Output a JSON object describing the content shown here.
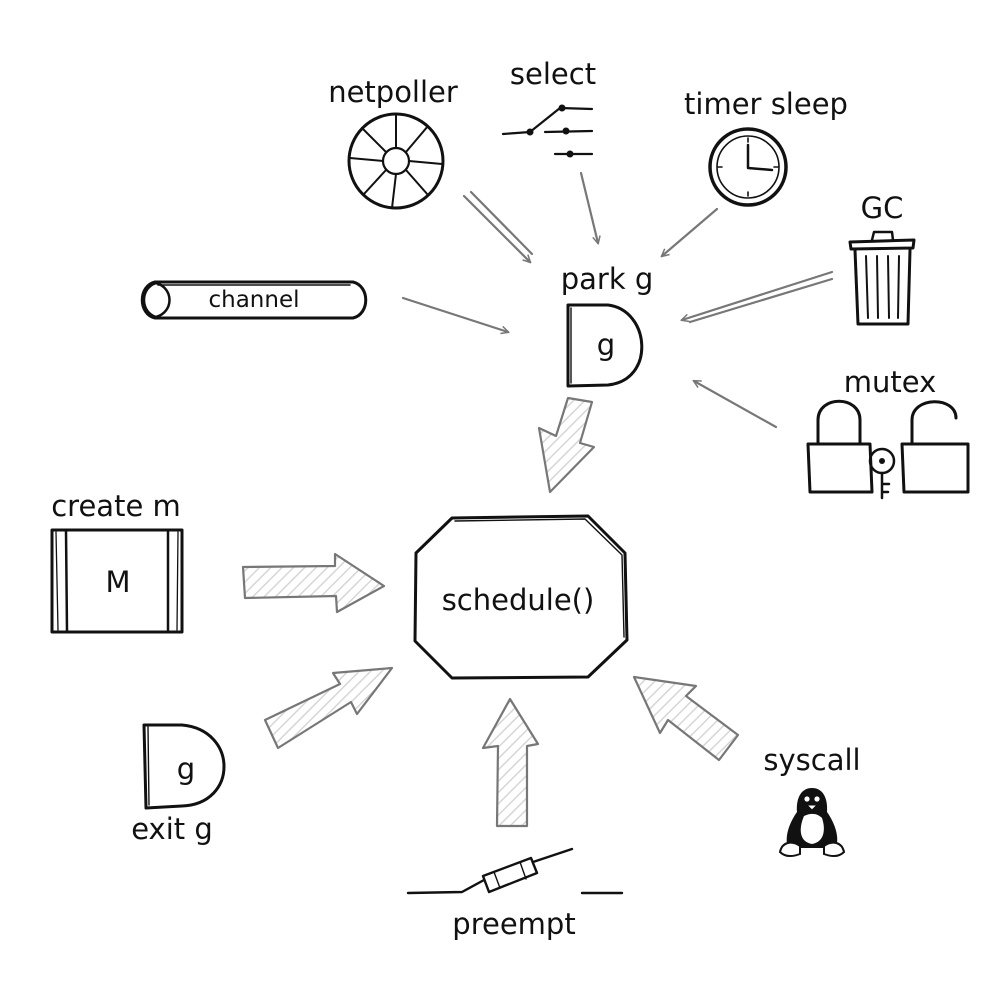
{
  "center": {
    "label": "schedule()"
  },
  "park": {
    "title": "park g",
    "glyph": "g"
  },
  "park_sources": {
    "netpoller": "netpoller",
    "select": "select",
    "timer_sleep": "timer sleep",
    "gc": "GC",
    "channel": "channel",
    "mutex": "mutex"
  },
  "entry_points": {
    "create_m": {
      "title": "create m",
      "glyph": "M"
    },
    "exit_g": {
      "title": "exit g",
      "glyph": "g"
    },
    "preempt": "preempt",
    "syscall": "syscall"
  },
  "icons": [
    "netpoller-wheel-icon",
    "select-switch-icon",
    "clock-icon",
    "trash-can-icon",
    "pipe-icon",
    "padlock-icon",
    "key-icon",
    "fuse-icon",
    "penguin-icon"
  ],
  "colors": {
    "ink": "#111111",
    "arrow": "#777777",
    "hatch": "#d6d6d6",
    "background": "#ffffff"
  }
}
